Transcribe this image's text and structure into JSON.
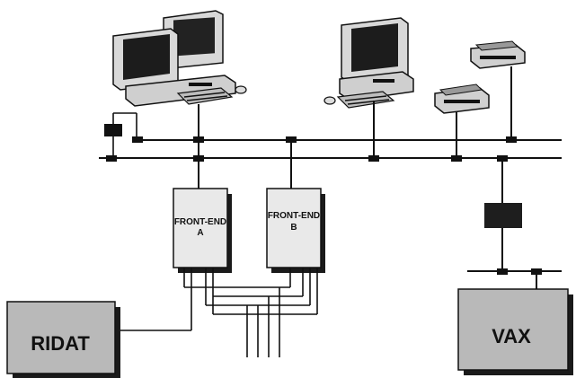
{
  "labels": {
    "front_end_a_line1": "FRONT-END",
    "front_end_a_line2": "A",
    "front_end_b_line1": "FRONT-END",
    "front_end_b_line2": "B",
    "ridat": "RIDAT",
    "vax": "VAX"
  },
  "colors": {
    "ink": "#111111",
    "box_gray": "#b9b9b9",
    "front_end_fill": "#e9e9e9",
    "shadow": "#1a1a1a"
  },
  "icons": {
    "workstation_left": "dual-monitor-workstation",
    "workstation_right": "desktop-computer",
    "printers": "dot-matrix-printer",
    "bridge": "network-bridge-box",
    "repeater": "network-repeater"
  }
}
